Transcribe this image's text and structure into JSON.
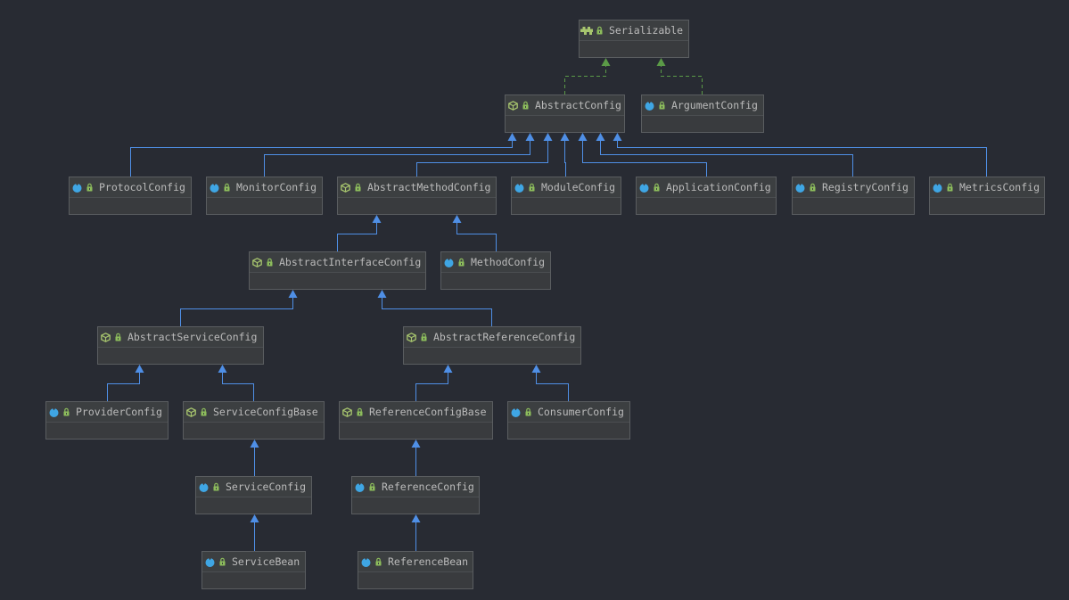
{
  "diagram": {
    "type": "uml-class-hierarchy",
    "icons": {
      "class": "class-icon",
      "abstract": "abstract-class-icon",
      "interface": "interface-icon",
      "visibility": "lock-icon"
    },
    "colors": {
      "background": "#282b33",
      "node_header": "#3c3f41",
      "node_body": "#393b3e",
      "node_border": "#5a5d60",
      "node_text": "#bbbbbb",
      "extends_edge": "#4f8fe6",
      "implements_edge": "#5b9a47",
      "class_icon": "#3fa6e4",
      "abstract_icon": "#a7c56e",
      "lock_icon": "#8dbd5c"
    }
  },
  "nodes": {
    "serializable": {
      "label": "Serializable",
      "kind": "interface"
    },
    "abstract_config": {
      "label": "AbstractConfig",
      "kind": "abstract"
    },
    "argument_config": {
      "label": "ArgumentConfig",
      "kind": "class"
    },
    "protocol_config": {
      "label": "ProtocolConfig",
      "kind": "class"
    },
    "monitor_config": {
      "label": "MonitorConfig",
      "kind": "class"
    },
    "abstract_method_config": {
      "label": "AbstractMethodConfig",
      "kind": "abstract"
    },
    "module_config": {
      "label": "ModuleConfig",
      "kind": "class"
    },
    "application_config": {
      "label": "ApplicationConfig",
      "kind": "class"
    },
    "registry_config": {
      "label": "RegistryConfig",
      "kind": "class"
    },
    "metrics_config": {
      "label": "MetricsConfig",
      "kind": "class"
    },
    "abstract_interface_config": {
      "label": "AbstractInterfaceConfig",
      "kind": "abstract"
    },
    "method_config": {
      "label": "MethodConfig",
      "kind": "class"
    },
    "abstract_service_config": {
      "label": "AbstractServiceConfig",
      "kind": "abstract"
    },
    "abstract_reference_config": {
      "label": "AbstractReferenceConfig",
      "kind": "abstract"
    },
    "provider_config": {
      "label": "ProviderConfig",
      "kind": "class"
    },
    "service_config_base": {
      "label": "ServiceConfigBase",
      "kind": "abstract"
    },
    "reference_config_base": {
      "label": "ReferenceConfigBase",
      "kind": "abstract"
    },
    "consumer_config": {
      "label": "ConsumerConfig",
      "kind": "class"
    },
    "service_config": {
      "label": "ServiceConfig",
      "kind": "class"
    },
    "reference_config": {
      "label": "ReferenceConfig",
      "kind": "class"
    },
    "service_bean": {
      "label": "ServiceBean",
      "kind": "class"
    },
    "reference_bean": {
      "label": "ReferenceBean",
      "kind": "class"
    }
  },
  "edges": [
    {
      "from": "AbstractConfig",
      "to": "Serializable",
      "type": "implements"
    },
    {
      "from": "ArgumentConfig",
      "to": "Serializable",
      "type": "implements"
    },
    {
      "from": "ProtocolConfig",
      "to": "AbstractConfig",
      "type": "extends"
    },
    {
      "from": "MonitorConfig",
      "to": "AbstractConfig",
      "type": "extends"
    },
    {
      "from": "AbstractMethodConfig",
      "to": "AbstractConfig",
      "type": "extends"
    },
    {
      "from": "ModuleConfig",
      "to": "AbstractConfig",
      "type": "extends"
    },
    {
      "from": "ApplicationConfig",
      "to": "AbstractConfig",
      "type": "extends"
    },
    {
      "from": "RegistryConfig",
      "to": "AbstractConfig",
      "type": "extends"
    },
    {
      "from": "MetricsConfig",
      "to": "AbstractConfig",
      "type": "extends"
    },
    {
      "from": "AbstractInterfaceConfig",
      "to": "AbstractMethodConfig",
      "type": "extends"
    },
    {
      "from": "MethodConfig",
      "to": "AbstractMethodConfig",
      "type": "extends"
    },
    {
      "from": "AbstractServiceConfig",
      "to": "AbstractInterfaceConfig",
      "type": "extends"
    },
    {
      "from": "AbstractReferenceConfig",
      "to": "AbstractInterfaceConfig",
      "type": "extends"
    },
    {
      "from": "ProviderConfig",
      "to": "AbstractServiceConfig",
      "type": "extends"
    },
    {
      "from": "ServiceConfigBase",
      "to": "AbstractServiceConfig",
      "type": "extends"
    },
    {
      "from": "ReferenceConfigBase",
      "to": "AbstractReferenceConfig",
      "type": "extends"
    },
    {
      "from": "ConsumerConfig",
      "to": "AbstractReferenceConfig",
      "type": "extends"
    },
    {
      "from": "ServiceConfig",
      "to": "ServiceConfigBase",
      "type": "extends"
    },
    {
      "from": "ReferenceConfig",
      "to": "ReferenceConfigBase",
      "type": "extends"
    },
    {
      "from": "ServiceBean",
      "to": "ServiceConfig",
      "type": "extends"
    },
    {
      "from": "ReferenceBean",
      "to": "ReferenceConfig",
      "type": "extends"
    }
  ]
}
